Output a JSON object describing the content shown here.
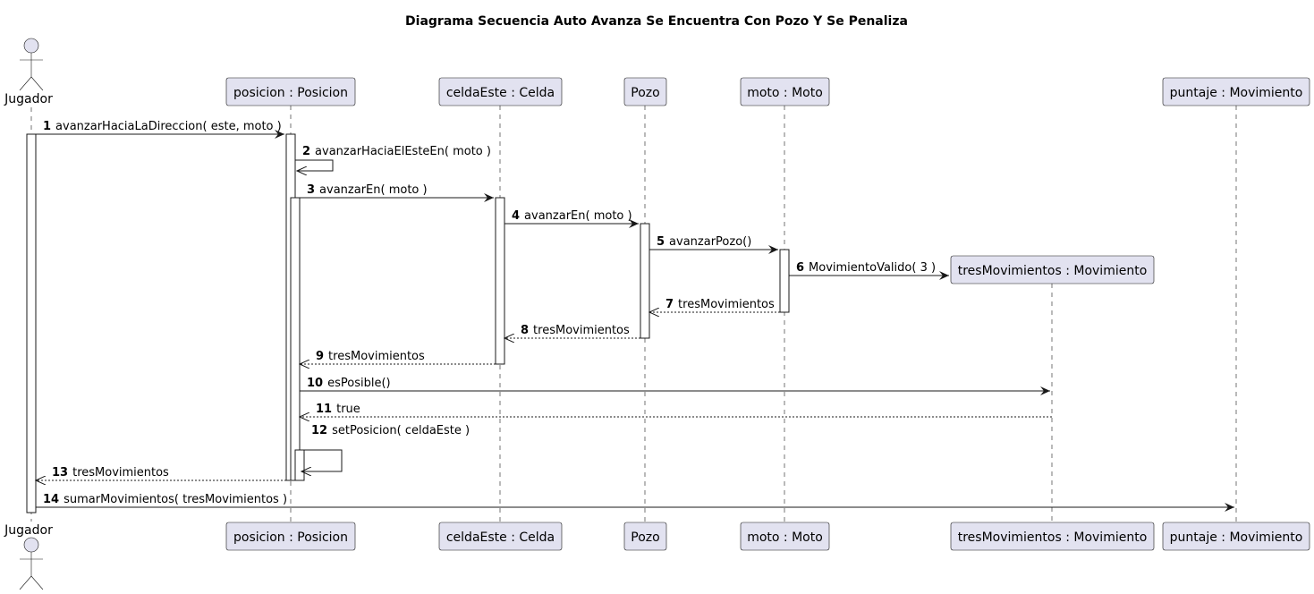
{
  "diagram": {
    "title": "Diagrama Secuencia Auto Avanza Se Encuentra Con Pozo Y Se Penaliza",
    "participants": [
      {
        "id": "jugador",
        "label": "Jugador",
        "kind": "actor"
      },
      {
        "id": "posicion",
        "label": "posicion : Posicion",
        "kind": "box"
      },
      {
        "id": "celdaEste",
        "label": "celdaEste : Celda",
        "kind": "box"
      },
      {
        "id": "pozo",
        "label": "Pozo",
        "kind": "box"
      },
      {
        "id": "moto",
        "label": "moto : Moto",
        "kind": "box"
      },
      {
        "id": "tresMov",
        "label": "tresMovimientos : Movimiento",
        "kind": "box",
        "created_at_step": 6
      },
      {
        "id": "puntaje",
        "label": "puntaje : Movimiento",
        "kind": "box"
      }
    ],
    "messages": [
      {
        "n": "1",
        "text": "avanzarHaciaLaDireccion( este, moto )",
        "from": "jugador",
        "to": "posicion",
        "type": "sync"
      },
      {
        "n": "2",
        "text": "avanzarHaciaElEsteEn( moto )",
        "from": "posicion",
        "to": "posicion",
        "type": "self"
      },
      {
        "n": "3",
        "text": "avanzarEn( moto )",
        "from": "posicion",
        "to": "celdaEste",
        "type": "sync"
      },
      {
        "n": "4",
        "text": "avanzarEn( moto )",
        "from": "celdaEste",
        "to": "pozo",
        "type": "sync"
      },
      {
        "n": "5",
        "text": "avanzarPozo()",
        "from": "pozo",
        "to": "moto",
        "type": "sync"
      },
      {
        "n": "6",
        "text": "MovimientoValido( 3 )",
        "from": "moto",
        "to": "tresMov",
        "type": "create"
      },
      {
        "n": "7",
        "text": "tresMovimientos",
        "from": "moto",
        "to": "pozo",
        "type": "return"
      },
      {
        "n": "8",
        "text": "tresMovimientos",
        "from": "pozo",
        "to": "celdaEste",
        "type": "return"
      },
      {
        "n": "9",
        "text": "tresMovimientos",
        "from": "celdaEste",
        "to": "posicion",
        "type": "return"
      },
      {
        "n": "10",
        "text": "esPosible()",
        "from": "posicion",
        "to": "tresMov",
        "type": "sync"
      },
      {
        "n": "11",
        "text": "true",
        "from": "tresMov",
        "to": "posicion",
        "type": "return"
      },
      {
        "n": "12",
        "text": "setPosicion( celdaEste )",
        "from": "posicion",
        "to": "posicion",
        "type": "self"
      },
      {
        "n": "13",
        "text": "tresMovimientos",
        "from": "posicion",
        "to": "jugador",
        "type": "return"
      },
      {
        "n": "14",
        "text": "sumarMovimientos( tresMovimientos )",
        "from": "jugador",
        "to": "puntaje",
        "type": "sync"
      }
    ]
  }
}
